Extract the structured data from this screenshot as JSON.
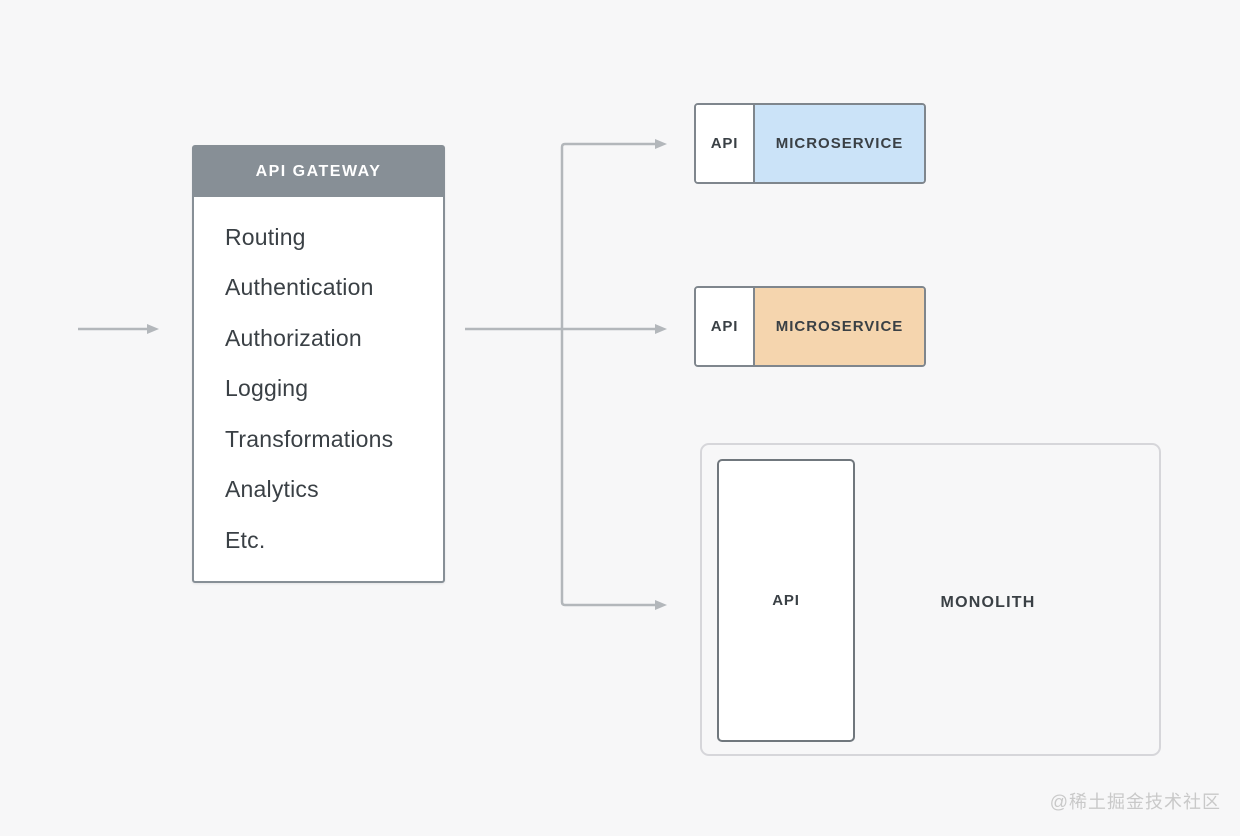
{
  "diagram": {
    "gateway": {
      "title": "API GATEWAY",
      "features": [
        "Routing",
        "Authentication",
        "Authorization",
        "Logging",
        "Transformations",
        "Analytics",
        "Etc."
      ]
    },
    "services": [
      {
        "api_label": "API",
        "name": "MICROSERVICE",
        "fill": "#cbe3f8"
      },
      {
        "api_label": "API",
        "name": "MICROSERVICE",
        "fill": "#f5d5ae"
      }
    ],
    "monolith": {
      "api_label": "API",
      "name": "MONOLITH"
    }
  },
  "colors": {
    "background": "#f7f7f8",
    "gateway_header": "#878f96",
    "gateway_border": "#878f96",
    "service_border": "#7f868d",
    "microservice_blue": "#cbe3f8",
    "microservice_orange": "#f5d5ae",
    "monolith_border": "#d6d6da",
    "arrow": "#b3b7bb",
    "text_dark": "#3a4045"
  },
  "watermark": "@稀土掘金技术社区"
}
